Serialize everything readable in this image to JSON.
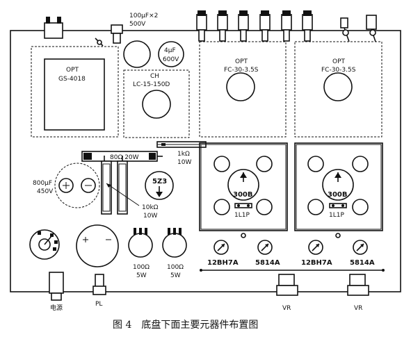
{
  "caption": "图 4　底盘下面主要元器件布置图",
  "top_cap_label_1": "100μF×2",
  "top_cap_label_2": "500V",
  "opt_left_label_1": "OPT",
  "opt_left_label_2": "GS-4018",
  "cap4_label_1": "4μF",
  "cap4_label_2": "600V",
  "choke_label_1": "CH",
  "choke_label_2": "LC-15-150D",
  "opt_mid_label_1": "OPT",
  "opt_mid_label_2": "FC-30-3.5S",
  "opt_right_label_1": "OPT",
  "opt_right_label_2": "FC-30-3.5S",
  "res80_label": "80Ω 20W",
  "res1k_label_1": "1kΩ",
  "res1k_label_2": "10W",
  "cap800_label_1": "800μF",
  "cap800_label_2": "450V",
  "res10k_label_1": "10kΩ",
  "res10k_label_2": "10W",
  "tube_5z3": "5Z3",
  "tube_300b_left": "300B",
  "tube_300b_right": "300B",
  "pin_left": "1L1P",
  "pin_right": "1L1P",
  "tube_12bh7a_left": "12BH7A",
  "tube_5814a_left": "5814A",
  "tube_12bh7a_right": "12BH7A",
  "tube_5814a_right": "5814A",
  "pot1_label_1": "100Ω",
  "pot1_label_2": "5W",
  "pot2_label_1": "100Ω",
  "pot2_label_2": "5W",
  "power_label": "电源",
  "pl_label": "PL",
  "vr_left_label": "VR",
  "vr_right_label": "VR"
}
